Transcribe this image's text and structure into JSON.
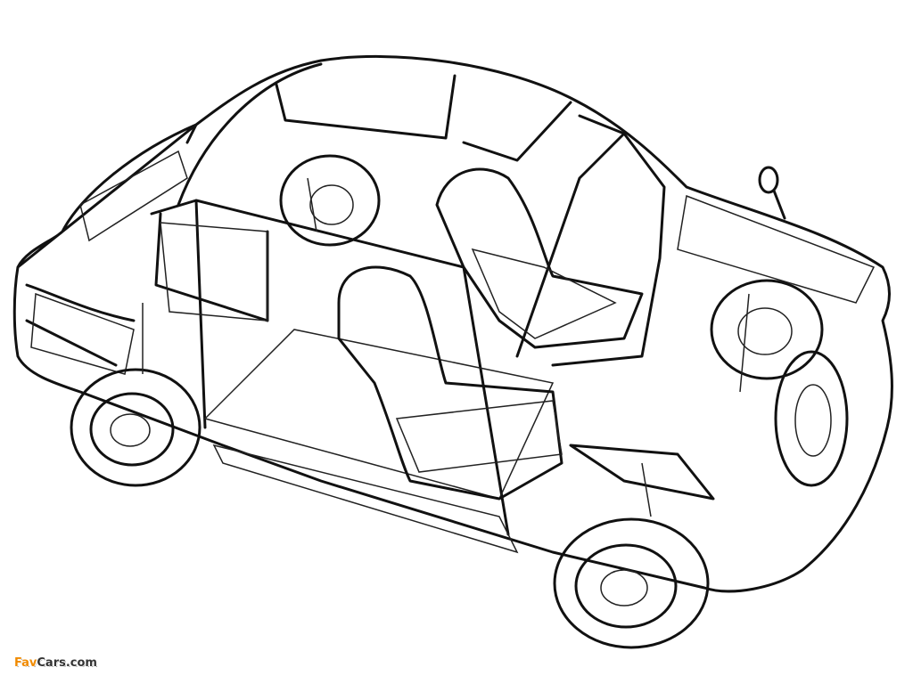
{
  "illustration": {
    "subject": "car-cutaway-line-drawing"
  },
  "watermark": {
    "part1": "Fav",
    "part2": "Cars.com",
    "accent_color": "#f08a00"
  }
}
